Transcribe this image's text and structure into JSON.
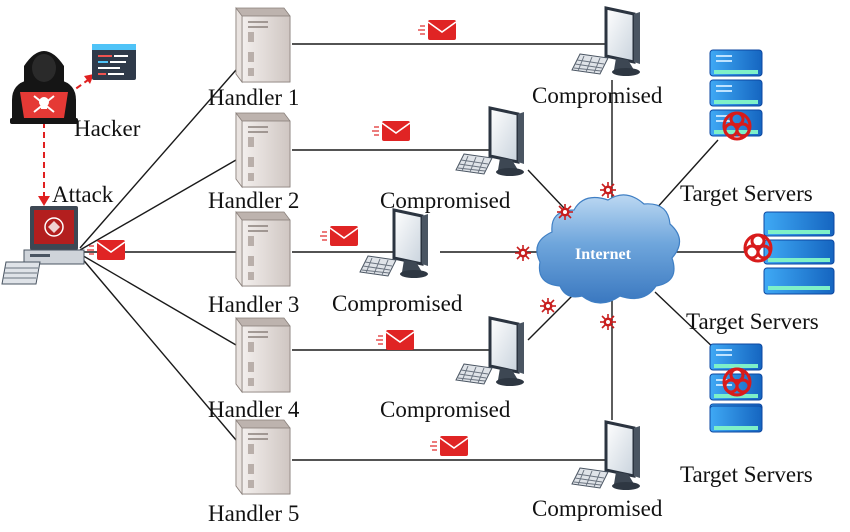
{
  "hacker_label": "Hacker",
  "attack_label": "Attack",
  "internet_label": "Internet",
  "handlers": [
    {
      "label": "Handler 1"
    },
    {
      "label": "Handler 2"
    },
    {
      "label": "Handler 3"
    },
    {
      "label": "Handler 4"
    },
    {
      "label": "Handler 5"
    }
  ],
  "compromised": [
    {
      "label": "Compromised"
    },
    {
      "label": "Compromised"
    },
    {
      "label": "Compromised"
    },
    {
      "label": "Compromised"
    },
    {
      "label": "Compromised"
    }
  ],
  "targets": [
    {
      "label": "Target Servers"
    },
    {
      "label": "Target Servers"
    },
    {
      "label": "Target Servers"
    }
  ],
  "colors": {
    "line": "#1a1a1a",
    "attack_arrow": "#e02020",
    "envelope": "#e02424",
    "virus": "#c81e1e",
    "cloud": "#5b9bd5",
    "server": "#d8d2cf",
    "rack": "#1e88e5",
    "hazard": "#d81b1b"
  }
}
